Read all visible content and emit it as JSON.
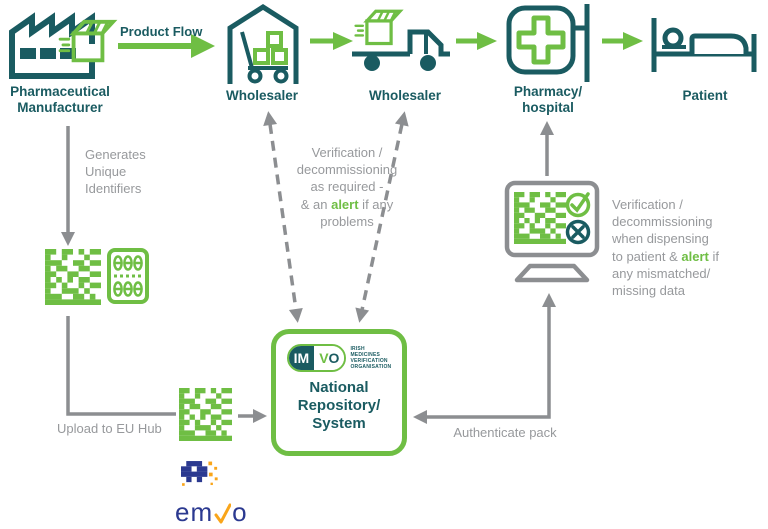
{
  "palette": {
    "teal": "#1A5B61",
    "green": "#6FBE44",
    "gray_line": "#8C8E91",
    "gray_text": "#97999C",
    "emvo_blue": "#2B3990",
    "emvo_orange": "#F9A51A"
  },
  "chain": {
    "manufacturer_label": "Pharmaceutical\nManufacturer",
    "product_flow_label": "Product Flow",
    "wholesaler1_label": "Wholesaler",
    "wholesaler2_label": "Wholesaler",
    "pharmacy_label": "Pharmacy/\nhospital",
    "patient_label": "Patient"
  },
  "left_flow": {
    "generates_note": "Generates\nUnique\nIdentifiers",
    "upload_label": "Upload to EU Hub"
  },
  "repository": {
    "logo_im": "IM",
    "logo_v": "V",
    "logo_o": "O",
    "logo_caption": "IRISH\nMEDICINES\nVERIFICATION\nORGANISATION",
    "title": "National\nRepository/\nSystem"
  },
  "notes": {
    "middle": {
      "before": "Verification /\ndecommissioning\nas required -\n& an ",
      "alert": "alert",
      "after": " if any\nproblems"
    },
    "right": {
      "before": "Verification /\ndecommissioning\nwhen dispensing\nto patient & ",
      "alert": "alert",
      "after": " if\nany mismatched/\nmissing data"
    },
    "authenticate": "Authenticate pack"
  },
  "emvo": {
    "wordmark_left": "em",
    "wordmark_right": "o"
  },
  "icons": [
    "factory-icon",
    "package-icon",
    "warehouse-cart-icon",
    "delivery-truck-icon",
    "pharmacy-cross-icon",
    "patient-bed-icon",
    "datamatrix-icon",
    "blister-pack-icon",
    "computer-verification-icon",
    "check-icon",
    "cross-icon",
    "emvo-logo",
    "arrow-icons"
  ]
}
